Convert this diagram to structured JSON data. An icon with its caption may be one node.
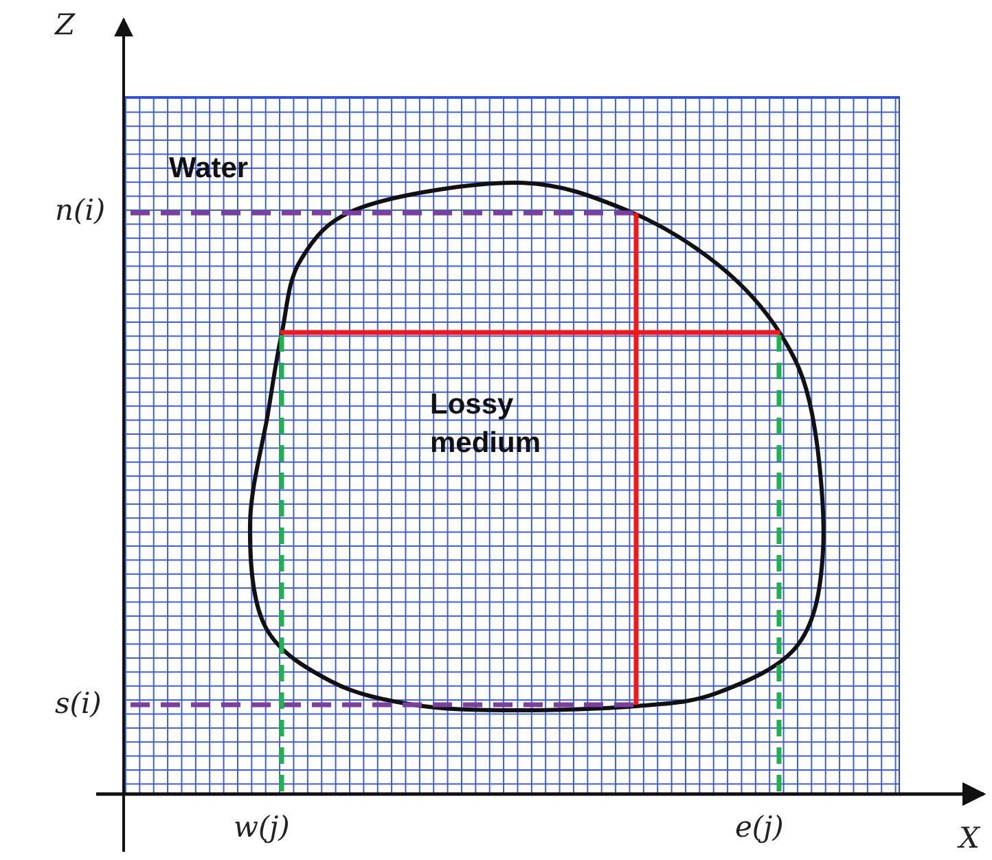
{
  "diagram": {
    "nodes": [
      {
        "text": [
          "Water"
        ]
      },
      {
        "text": [
          "Lossy medium"
        ],
        "in": 0
      }
    ],
    "labels": [
      "Z",
      "n(i)",
      "s(i)",
      "w(j)",
      "e(j)",
      "X"
    ]
  }
}
